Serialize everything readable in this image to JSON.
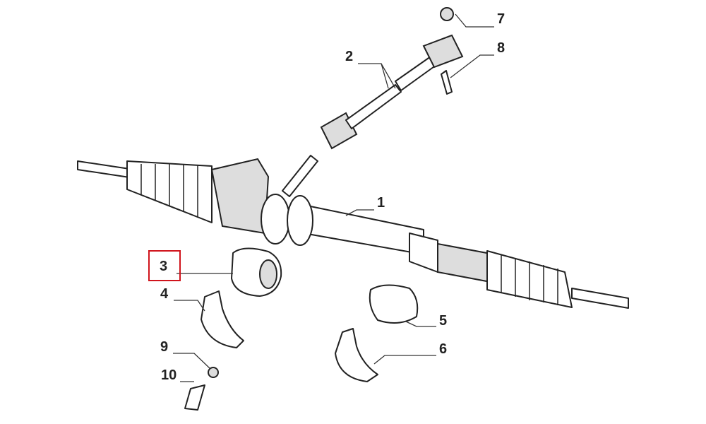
{
  "diagram": {
    "callouts": [
      {
        "id": "1",
        "label": "1"
      },
      {
        "id": "2",
        "label": "2"
      },
      {
        "id": "3",
        "label": "3",
        "highlighted": true
      },
      {
        "id": "4",
        "label": "4"
      },
      {
        "id": "5",
        "label": "5"
      },
      {
        "id": "6",
        "label": "6"
      },
      {
        "id": "7",
        "label": "7"
      },
      {
        "id": "8",
        "label": "8"
      },
      {
        "id": "9",
        "label": "9"
      },
      {
        "id": "10",
        "label": "10"
      }
    ],
    "highlight_color": "#d0141c"
  }
}
